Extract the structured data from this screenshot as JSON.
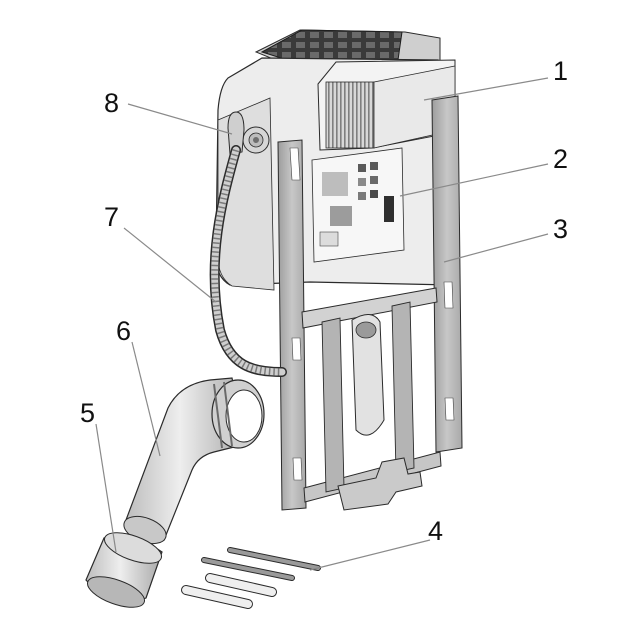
{
  "diagram": {
    "callouts": [
      {
        "id": "1",
        "label": "1"
      },
      {
        "id": "2",
        "label": "2"
      },
      {
        "id": "3",
        "label": "3"
      },
      {
        "id": "4",
        "label": "4"
      },
      {
        "id": "5",
        "label": "5"
      },
      {
        "id": "6",
        "label": "6"
      },
      {
        "id": "7",
        "label": "7"
      },
      {
        "id": "8",
        "label": "8"
      }
    ],
    "colors": {
      "frame": "#b9b9b9",
      "frame_dark": "#8f8f8f",
      "tank": "#ececec",
      "tank_shadow": "#d3d3d3",
      "pipe": "#d9d9d9",
      "pipe_dark": "#9a9a9a",
      "outline": "#2b2b2b",
      "leader": "#8a8a8a"
    }
  }
}
